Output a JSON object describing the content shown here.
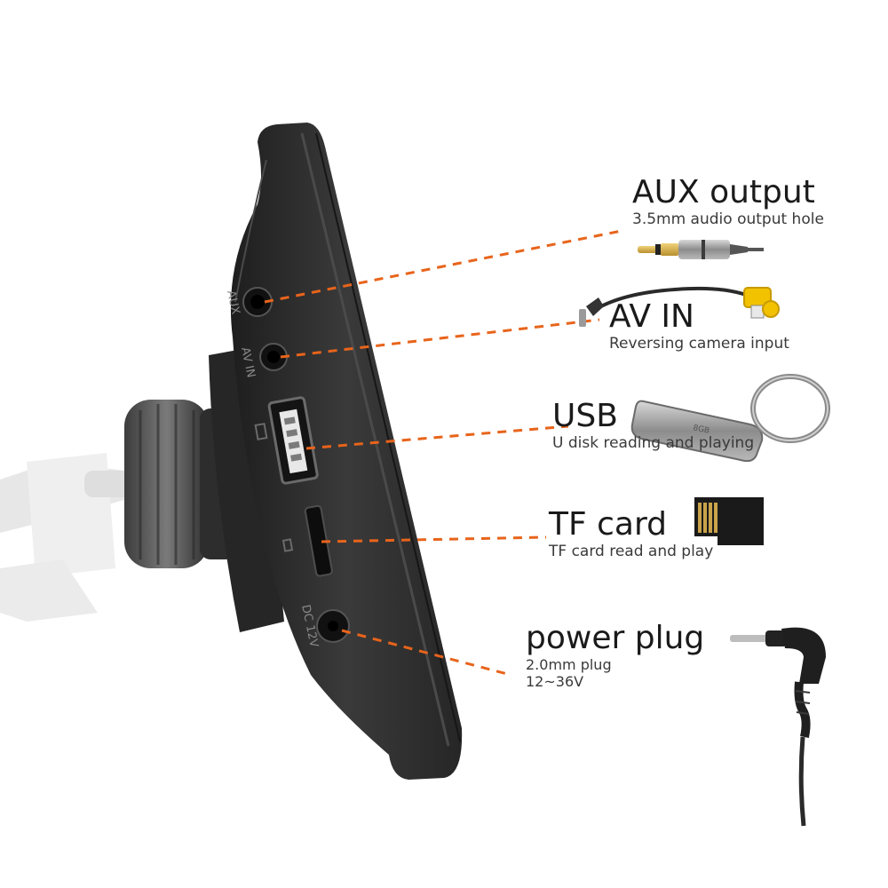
{
  "features": [
    {
      "id": "aux",
      "title": "AUX output",
      "subtitle": [
        "3.5mm audio output hole"
      ],
      "icon": "aux-jack-cable-icon"
    },
    {
      "id": "avin",
      "title": "AV IN",
      "subtitle": [
        "Reversing camera input"
      ],
      "icon": "rca-camera-cable-icon"
    },
    {
      "id": "usb",
      "title": "USB",
      "subtitle": [
        "U disk reading and playing"
      ],
      "icon": "usb-flash-drive-icon"
    },
    {
      "id": "tf",
      "title": "TF card",
      "subtitle": [
        "TF card read and play"
      ],
      "icon": "micro-sd-card-icon"
    },
    {
      "id": "power",
      "title": "power plug",
      "subtitle": [
        "2.0mm plug",
        "12~36V"
      ],
      "icon": "power-plug-cable-icon"
    }
  ],
  "device_port_labels": {
    "aux": "AUX",
    "avin": "AV IN",
    "dc": "DC 12V"
  },
  "colors": {
    "background": "#ffffff",
    "device_body": "#2b2b2b",
    "leader_line": "#e8641b",
    "text": "#1a1a1a",
    "connector_gold": "#c9a34a",
    "rca_yellow": "#f2c200"
  }
}
